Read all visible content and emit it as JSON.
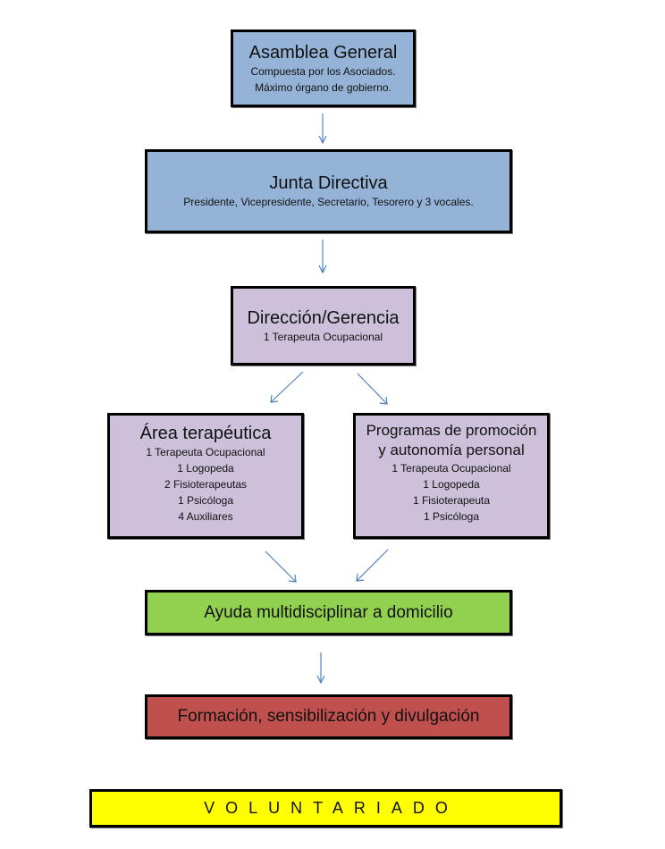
{
  "diagram": {
    "type": "organizational-chart",
    "colors": {
      "governance": "#95b3d7",
      "management": "#ccc0da",
      "home_help": "#92d050",
      "training": "#c0504d",
      "volunteering": "#ffff00",
      "arrow": "#4f81bd"
    },
    "nodes": {
      "asamblea": {
        "title": "Asamblea General",
        "lines": [
          "Compuesta por los Asociados.",
          "Máximo órgano de gobierno."
        ]
      },
      "junta": {
        "title": "Junta Directiva",
        "lines": [
          "Presidente, Vicepresidente, Secretario, Tesorero y 3 vocales."
        ]
      },
      "direccion": {
        "title": "Dirección/Gerencia",
        "lines": [
          "1 Terapeuta Ocupacional"
        ]
      },
      "area": {
        "title": "Área terapéutica",
        "lines": [
          "1 Terapeuta Ocupacional",
          "1 Logopeda",
          "2 Fisioterapeutas",
          "1 Psicóloga",
          "4 Auxiliares"
        ]
      },
      "programas": {
        "title_lines": [
          "Programas de promoción",
          "y autonomía personal"
        ],
        "lines": [
          "1 Terapeuta Ocupacional",
          "1 Logopeda",
          "1 Fisioterapeuta",
          "1 Psicóloga"
        ]
      },
      "ayuda": {
        "title": "Ayuda multidisciplinar a domicilio"
      },
      "formacion": {
        "title": "Formación, sensibilización y divulgación"
      },
      "voluntariado": {
        "title": "VOLUNTARIADO"
      }
    },
    "edges": [
      {
        "from": "asamblea",
        "to": "junta"
      },
      {
        "from": "junta",
        "to": "direccion"
      },
      {
        "from": "direccion",
        "to": "area"
      },
      {
        "from": "direccion",
        "to": "programas"
      },
      {
        "from": "area",
        "to": "ayuda"
      },
      {
        "from": "programas",
        "to": "ayuda"
      },
      {
        "from": "ayuda",
        "to": "formacion"
      }
    ]
  }
}
